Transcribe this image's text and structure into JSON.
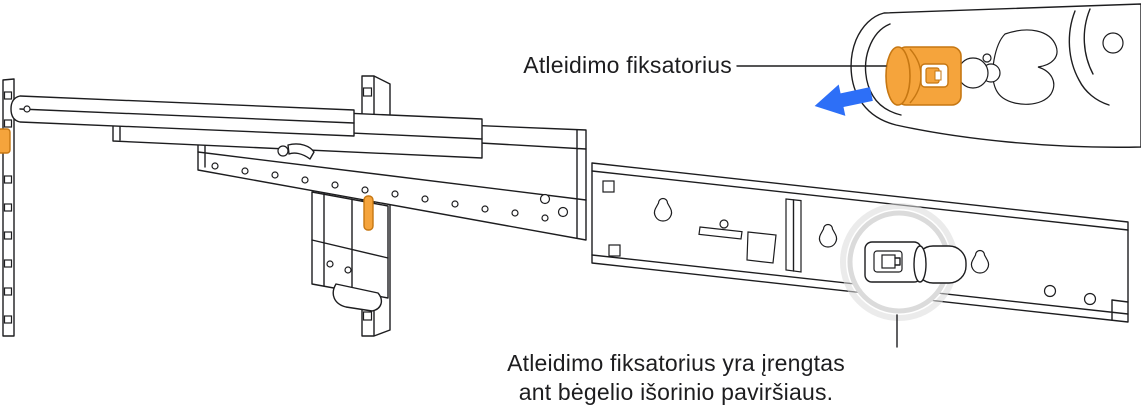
{
  "labels": {
    "release_latch_callout": "Atleidimo fiksatorius",
    "caption_line1": "Atleidimo fiksatorius yra įrengtas",
    "caption_line2": "ant bėgelio išorinio paviršiaus."
  },
  "icons": {
    "latch_direction_arrow": "arrow-left"
  },
  "colors": {
    "accent_orange": "#F5A43C",
    "accent_orange_dark": "#C67712",
    "arrow_blue": "#2D6FF7",
    "outline": "#1D1D1F",
    "highlight_ring": "#DBDBDB"
  }
}
